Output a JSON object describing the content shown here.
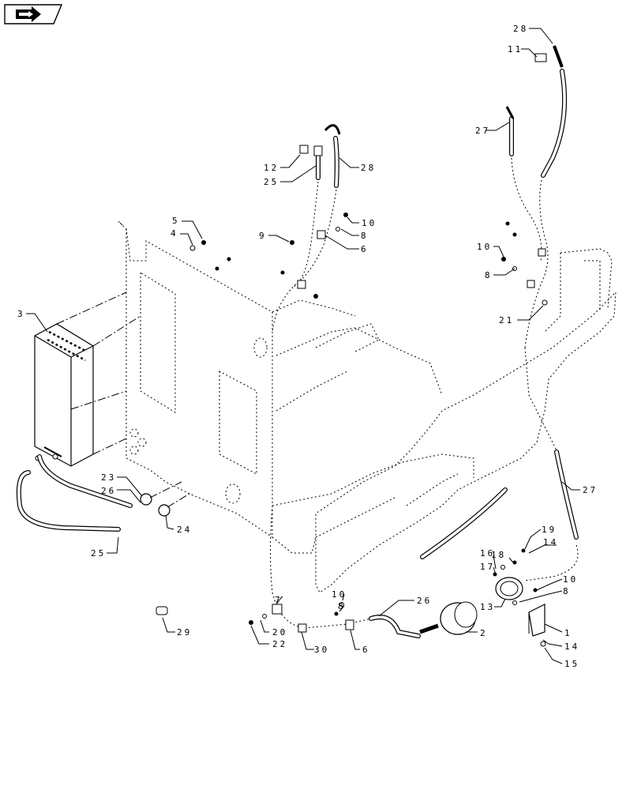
{
  "header": {
    "nav_icon": "arrow-right-icon"
  },
  "callouts": {
    "c1": "1",
    "c2": "2",
    "c3": "3",
    "c4": "4",
    "c5": "5",
    "c6a": "6",
    "c6b": "6",
    "c7": "7",
    "c8a": "8",
    "c8b": "8",
    "c8c": "8",
    "c8d": "8",
    "c9": "9",
    "c10a": "10",
    "c10b": "10",
    "c10c": "10",
    "c10d": "10",
    "c11": "11",
    "c12": "12",
    "c13": "13",
    "c14a": "14",
    "c14b": "14",
    "c15": "15",
    "c16": "16",
    "c17": "17",
    "c18": "18",
    "c19": "19",
    "c20": "20",
    "c21": "21",
    "c22": "22",
    "c23": "23",
    "c24": "24",
    "c25a": "25",
    "c25b": "25",
    "c26a": "26",
    "c26b": "26",
    "c27a": "27",
    "c27b": "27",
    "c28a": "28",
    "c28b": "28",
    "c29": "29",
    "c30": "30"
  },
  "colors": {
    "line": "#000000",
    "background": "#ffffff"
  }
}
